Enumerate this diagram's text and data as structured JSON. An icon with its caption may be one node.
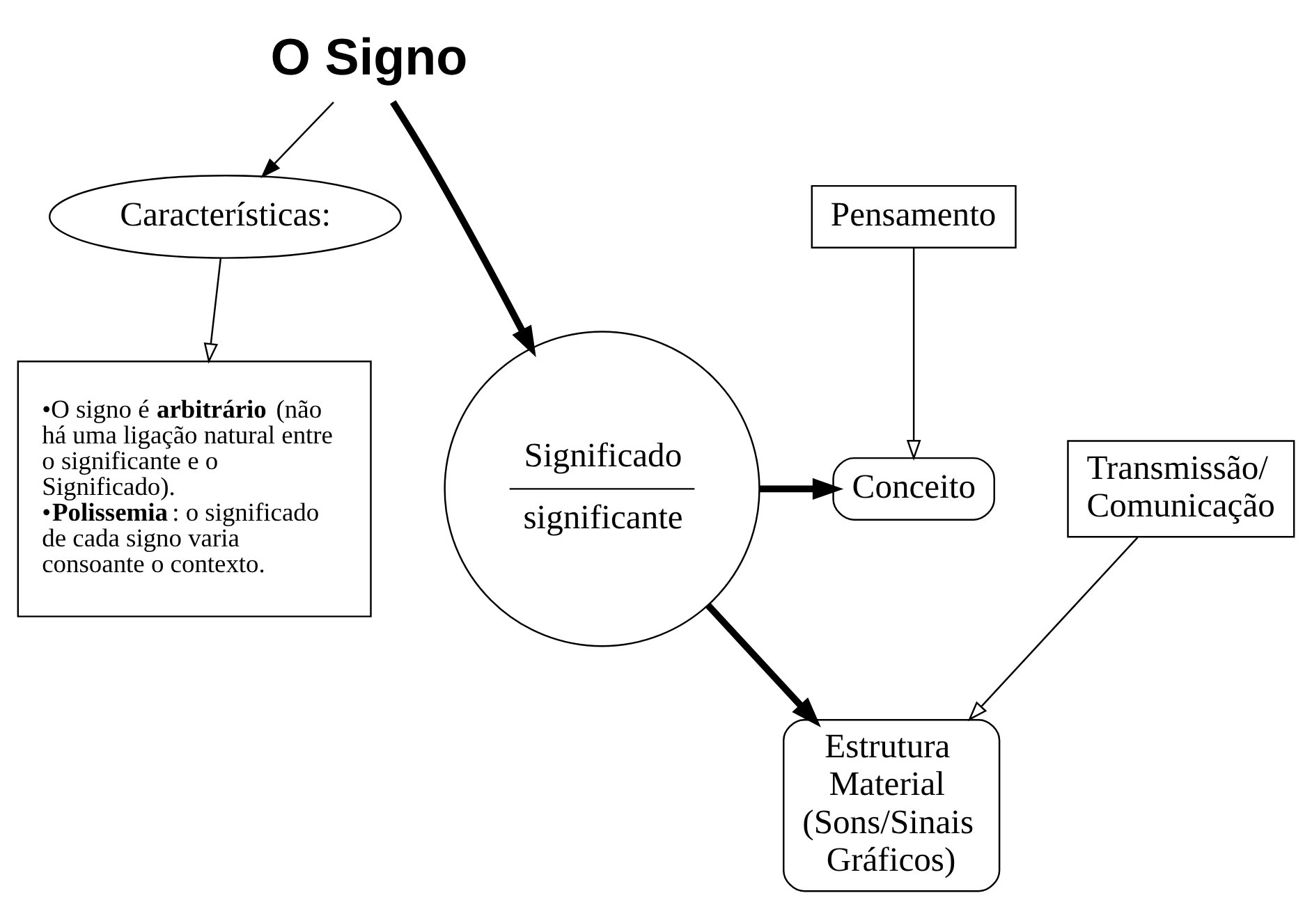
{
  "diagram": {
    "nodes": [
      {
        "text": [
          "O Signo"
        ]
      },
      {
        "text": [
          "Significado",
          "significante"
        ]
      },
      {
        "text": [
          "Pensamento"
        ]
      },
      {
        "text": [
          "Conceito"
        ]
      },
      {
        "text": [
          "Estrutura Material (Sons/Sinais Gráficos)"
        ]
      },
      {
        "text": [
          "Transmissão/ Comunicação"
        ]
      },
      {
        "text": [
          "Características:"
        ]
      },
      {
        "text": [
          "•O signo é **arbitrário** (não há uma ligação natural entre o significante e o Significado).",
          "•**Polissemia**: o significado de cada signo varia consoante o contexto."
        ]
      }
    ],
    "edges": [
      {
        "from": 0,
        "to": 1,
        "arrow": "to",
        "style": "thick"
      },
      {
        "from": 1,
        "to": 3,
        "arrow": "to",
        "style": "thick"
      },
      {
        "from": 1,
        "to": 4,
        "arrow": "to",
        "style": "thick"
      },
      {
        "from": 2,
        "to": 3,
        "arrow": "to"
      },
      {
        "from": 5,
        "to": 4,
        "arrow": "to"
      },
      {
        "from": 0,
        "to": 6,
        "arrow": "to"
      },
      {
        "from": 6,
        "to": 7,
        "arrow": "to"
      }
    ]
  }
}
